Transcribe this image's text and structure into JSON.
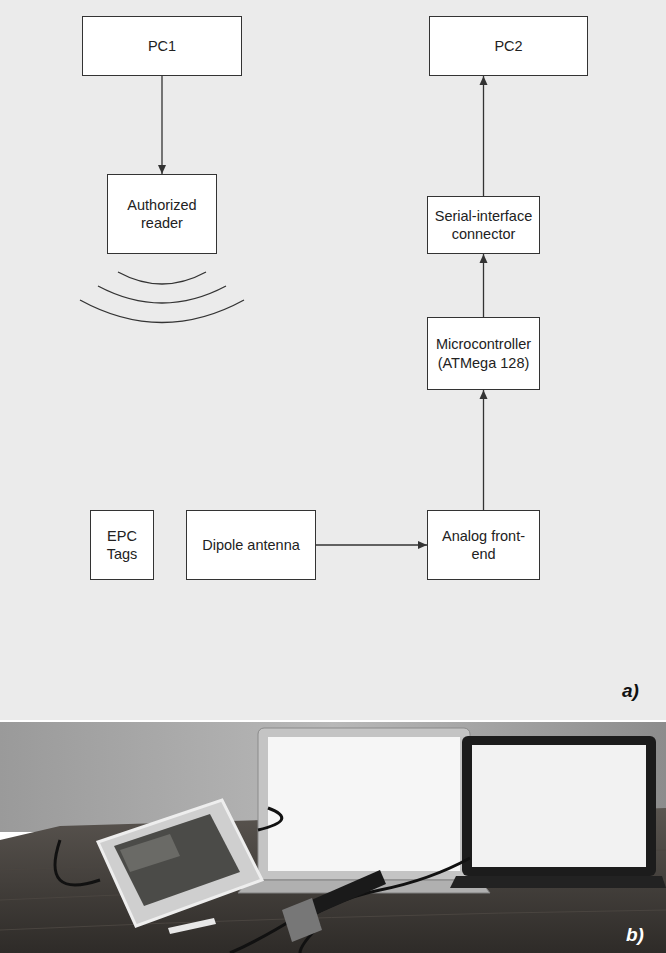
{
  "diagram": {
    "nodes": [
      {
        "text": [
          "PC1"
        ]
      },
      {
        "text": [
          "PC2"
        ]
      },
      {
        "text": [
          "Authorized reader"
        ]
      },
      {
        "text": [
          "Serial-interface connector"
        ]
      },
      {
        "text": [
          "Microcontroller (ATMega 128)"
        ]
      },
      {
        "text": [
          "EPC Tags"
        ]
      },
      {
        "text": [
          "Dipole antenna"
        ]
      },
      {
        "text": [
          "Analog front-end"
        ]
      }
    ],
    "edges": [
      {
        "from": 0,
        "to": 2,
        "arrow": "to"
      },
      {
        "from": 6,
        "to": 7,
        "arrow": "to"
      },
      {
        "from": 7,
        "to": 4,
        "arrow": "to"
      },
      {
        "from": 4,
        "to": 3,
        "arrow": "to"
      },
      {
        "from": 3,
        "to": 1,
        "arrow": "to"
      }
    ],
    "labels": [
      "a)",
      "b)"
    ]
  }
}
